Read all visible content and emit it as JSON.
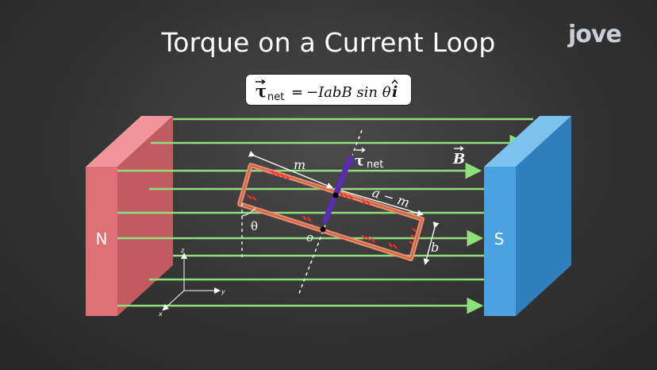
{
  "header": {
    "title": "Torque on a Current Loop",
    "brand": "jove"
  },
  "formula": {
    "lhs": "τ",
    "lhs_sub": "net",
    "eq": "=",
    "rhs": "−IabB sin θ",
    "unit_vector": "i"
  },
  "magnets": {
    "north_label": "N",
    "south_label": "S",
    "north_color": "#e07078",
    "south_color": "#4aa3e0"
  },
  "field": {
    "label": "B",
    "line_color": "#8ee07a"
  },
  "loop": {
    "color": "#e88a6a",
    "current_marks_color": "#ff2a2a"
  },
  "torque": {
    "label": "τ",
    "sub": "net",
    "color": "#5b2bb0"
  },
  "labels": {
    "m": "m",
    "a_minus_m": "a − m",
    "b": "b",
    "theta": "θ",
    "origin": "o"
  },
  "axes": {
    "z": "z",
    "y": "y",
    "x": "x"
  }
}
